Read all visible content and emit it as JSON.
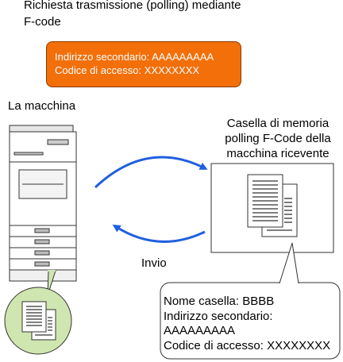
{
  "title": {
    "line1": "Richiesta trasmissione (polling) mediante",
    "line2": "F-code"
  },
  "request_box": {
    "line1": "Indirizzo secondario: AAAAAAAAA",
    "line2": "Codice di accesso: XXXXXXXX",
    "color": "#f26f0a"
  },
  "machine": {
    "label": "La macchina"
  },
  "mailbox": {
    "line1": "Casella di memoria",
    "line2": "polling F-Code della",
    "line3": "macchina ricevente"
  },
  "arrows": {
    "send_label": "Invio",
    "color": "#1f5fe0"
  },
  "callout": {
    "line1": "Nome casella: BBBB",
    "line2": "Indirizzo secondario:",
    "line3": "AAAAAAAAA",
    "line4": "Codice di accesso: XXXXXXXX"
  },
  "stored_docs_color": "#cfe6b0"
}
